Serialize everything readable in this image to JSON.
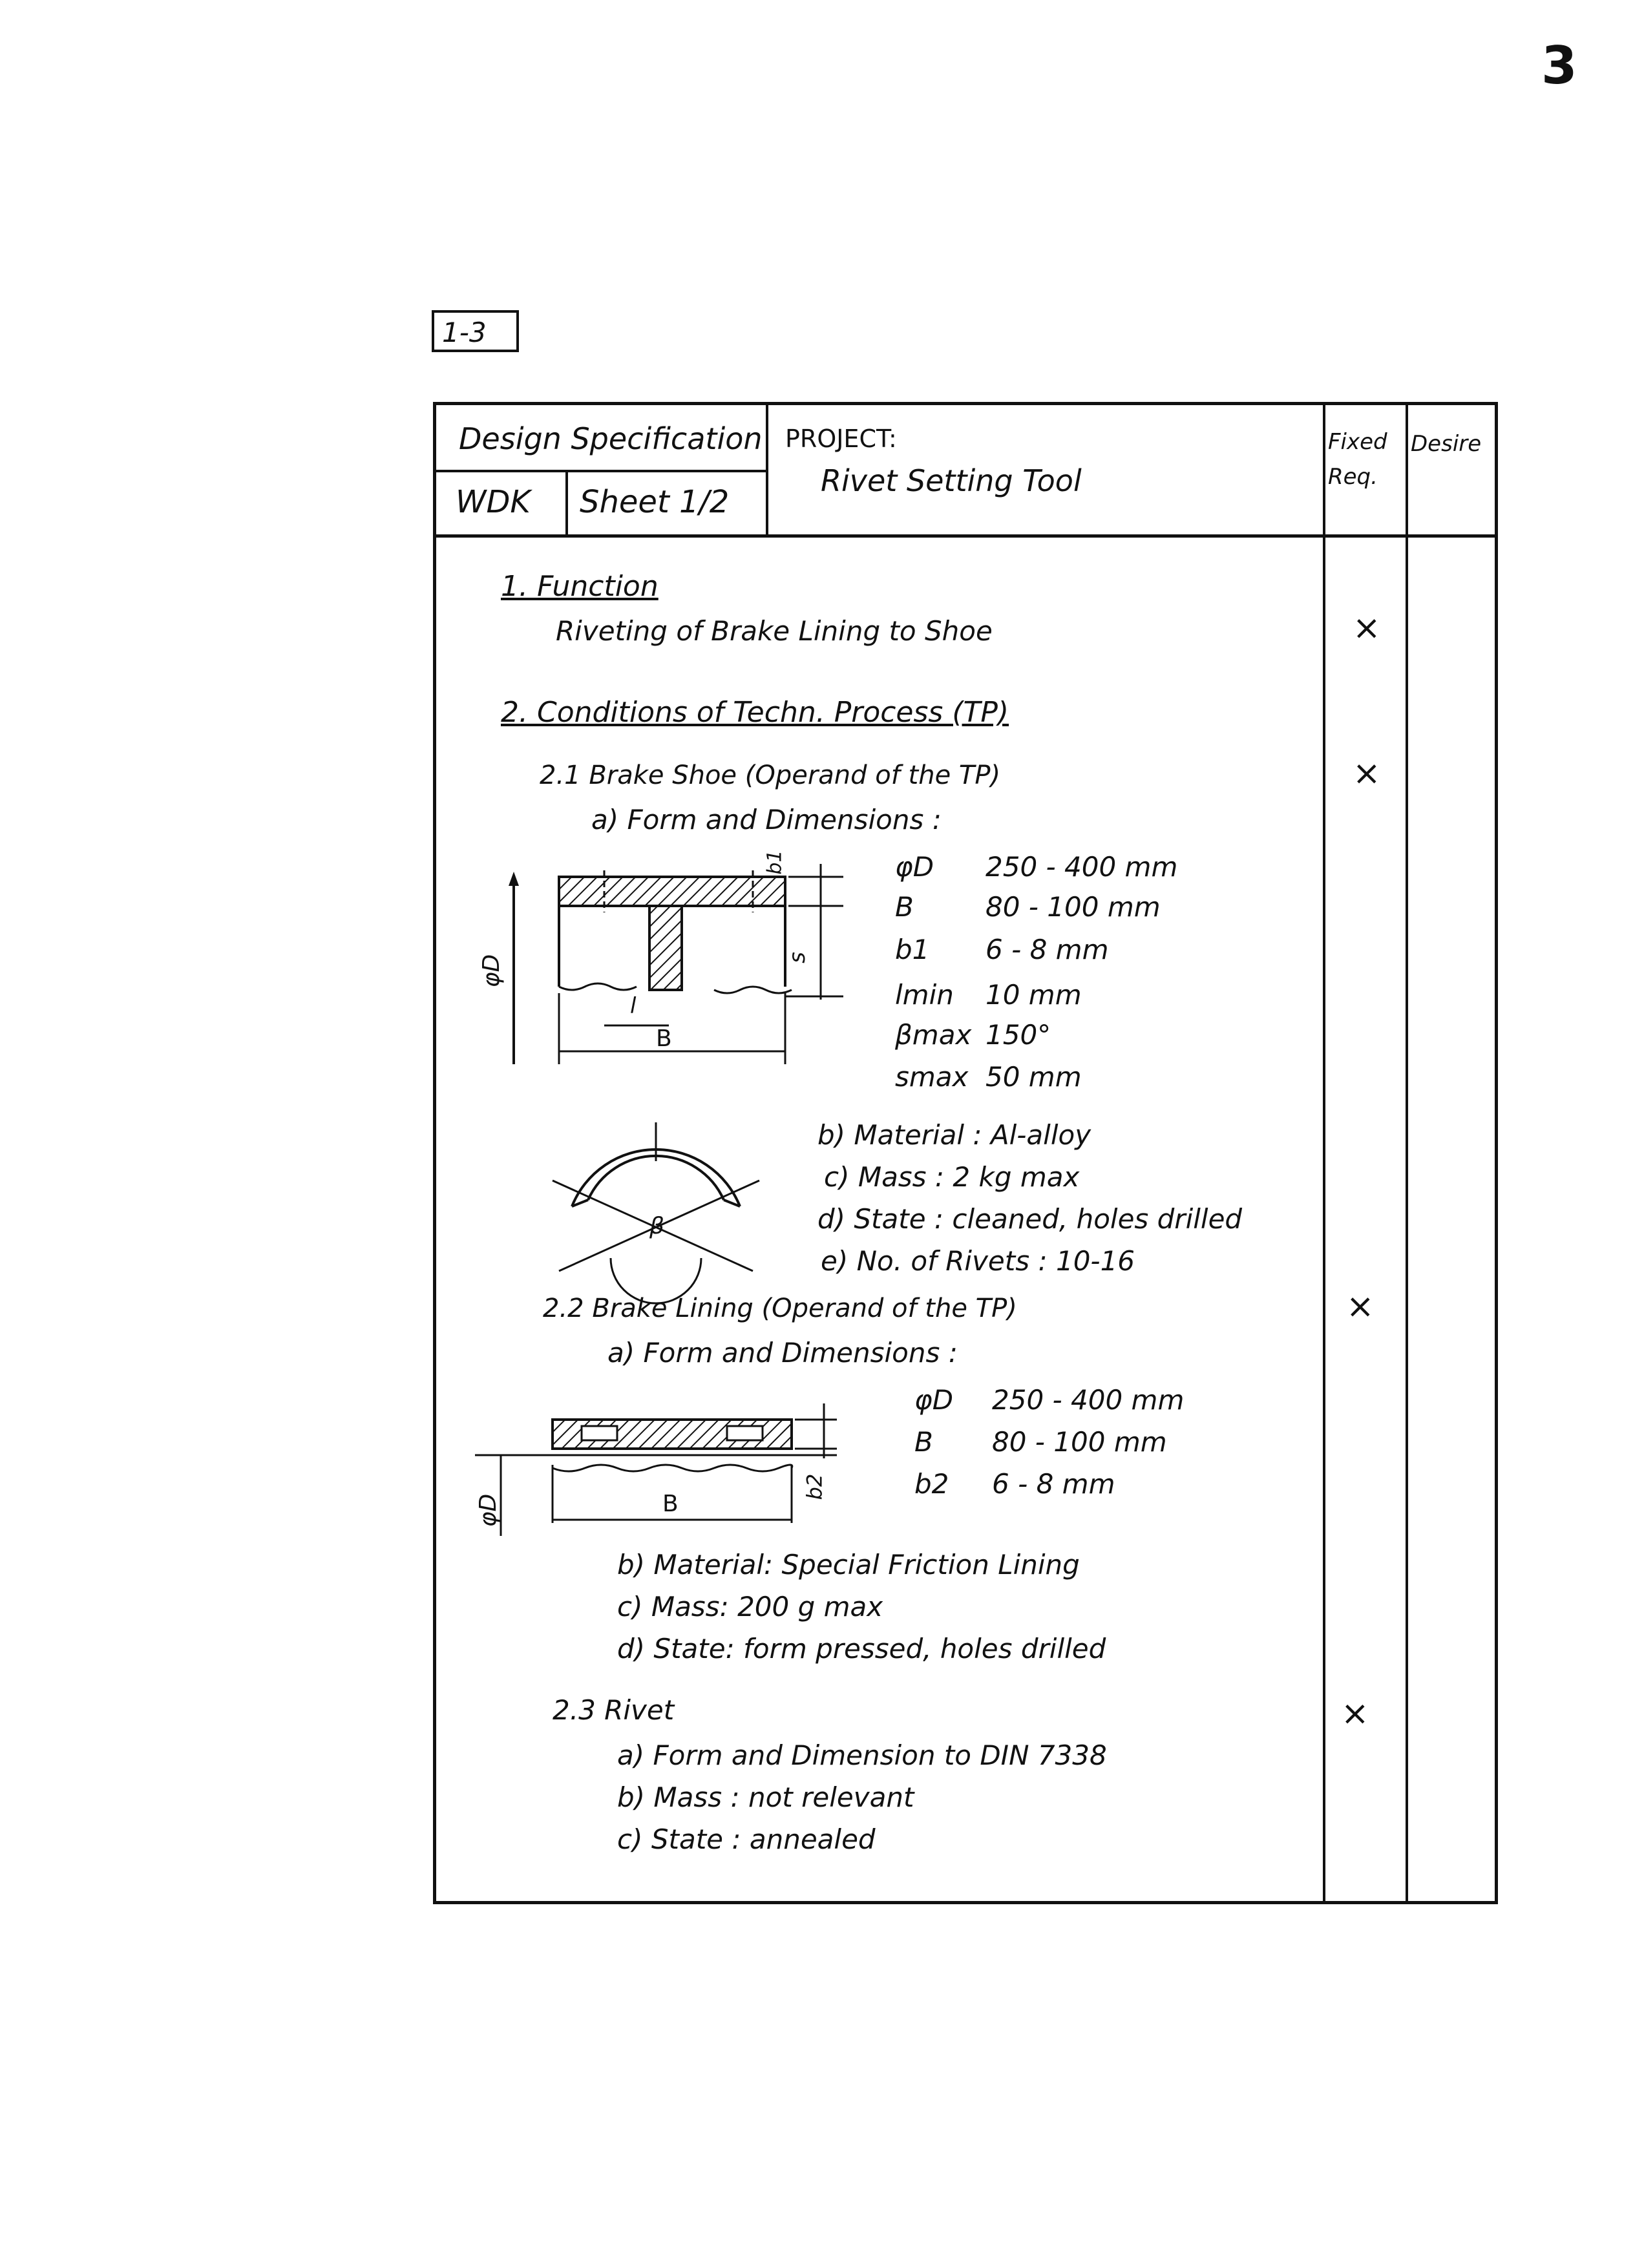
{
  "page_number": "3",
  "ref_box": "1-3",
  "header": {
    "doc_type": "Design Specification",
    "org": "WDK",
    "sheet": "Sheet 1/2",
    "project_label": "PROJECT:",
    "project_name": "Rivet Setting Tool",
    "col_fixed": "Fixed Req.",
    "col_desire": "Desire"
  },
  "sections": {
    "s1": {
      "title": "1. Function",
      "text": "Riveting of Brake Lining to Shoe",
      "mark": "×"
    },
    "s2": {
      "title": "2. Conditions of Techn. Process (TP)"
    },
    "s21": {
      "title": "2.1 Brake Shoe (Operand of the TP)",
      "mark": "×",
      "a": "a) Form and Dimensions :",
      "dims": [
        {
          "sym": "φD",
          "val": "250 - 400 mm"
        },
        {
          "sym": "B",
          "val": "80 - 100 mm"
        },
        {
          "sym": "b1",
          "val": "6 - 8 mm"
        },
        {
          "sym": "lmin",
          "val": "10 mm"
        },
        {
          "sym": "βmax",
          "val": "150°"
        },
        {
          "sym": "smax",
          "val": "50 mm"
        }
      ],
      "b": "b) Material : Al-alloy",
      "c": "c) Mass : 2 kg max",
      "d": "d) State : cleaned, holes drilled",
      "e": "e) No. of Rivets : 10-16",
      "fig_labels": {
        "phi_d": "φD",
        "b": "B",
        "l": "l",
        "s": "s",
        "b1": "b1",
        "beta": "β"
      }
    },
    "s22": {
      "title": "2.2 Brake Lining (Operand of the TP)",
      "mark": "×",
      "a": "a) Form and Dimensions :",
      "dims": [
        {
          "sym": "φD",
          "val": "250 - 400 mm"
        },
        {
          "sym": "B",
          "val": "80 - 100 mm"
        },
        {
          "sym": "b2",
          "val": "6 - 8 mm"
        }
      ],
      "b": "b) Material: Special Friction Lining",
      "c": "c) Mass: 200 g max",
      "d": "d) State: form pressed, holes drilled",
      "fig_labels": {
        "phi_d": "φD",
        "b": "B",
        "b2": "b2"
      }
    },
    "s23": {
      "title": "2.3 Rivet",
      "mark": "×",
      "a": "a) Form and Dimension to DIN 7338",
      "b": "b) Mass : not relevant",
      "c": "c) State : annealed"
    }
  }
}
